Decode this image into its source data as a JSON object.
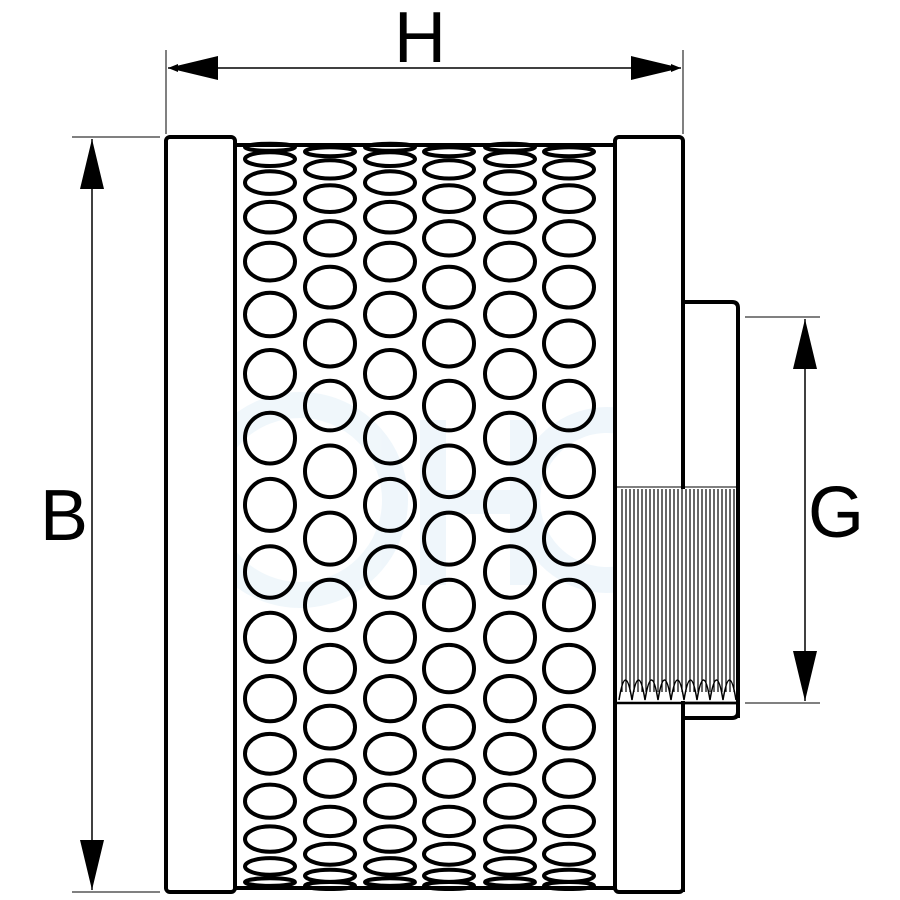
{
  "dimensions": {
    "width_label": "H",
    "height_label": "B",
    "thread_label": "G"
  },
  "colors": {
    "line": "#000000",
    "watermark": "#eef6fb"
  }
}
